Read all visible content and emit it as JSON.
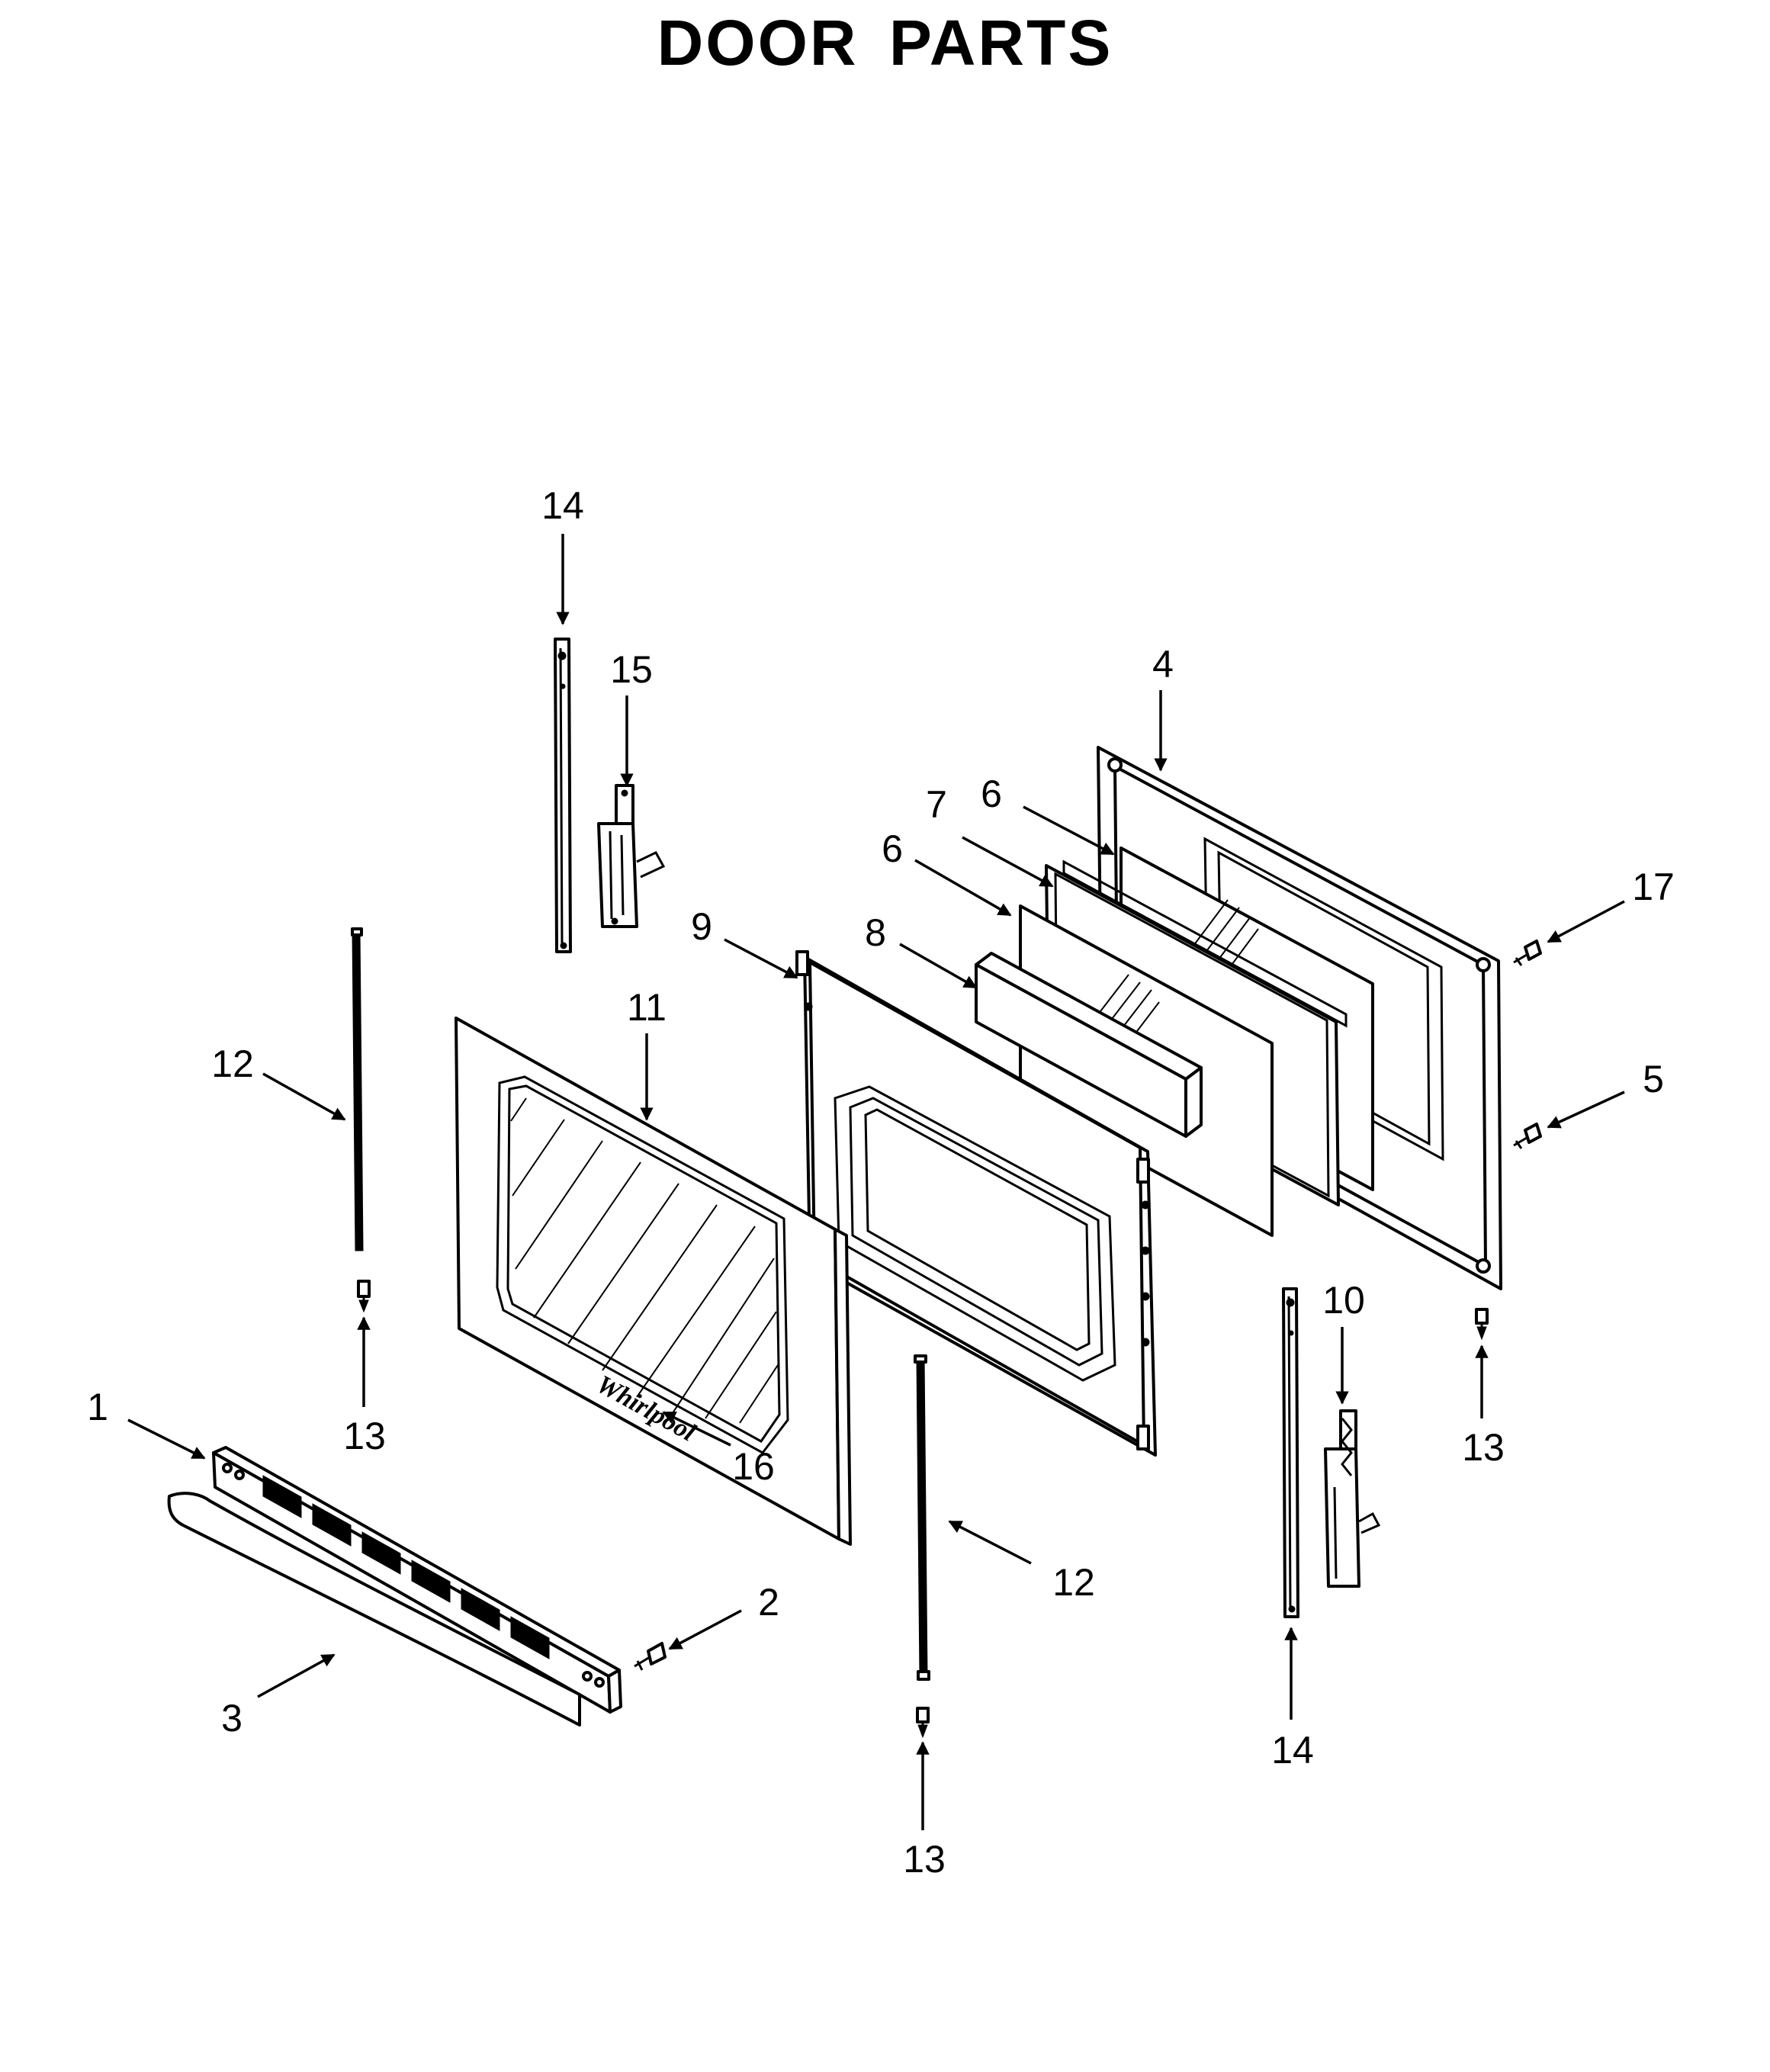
{
  "title": "DOOR PARTS",
  "callouts": {
    "c1": "1",
    "c2": "2",
    "c3": "3",
    "c4": "4",
    "c5": "5",
    "c6a": "6",
    "c6b": "6",
    "c7": "7",
    "c8": "8",
    "c9": "9",
    "c10": "10",
    "c11": "11",
    "c12a": "12",
    "c12b": "12",
    "c13a": "13",
    "c13b": "13",
    "c13c": "13",
    "c14a": "14",
    "c14b": "14",
    "c15": "15",
    "c16": "16",
    "c17": "17"
  },
  "logo_text": "Whirlpool"
}
